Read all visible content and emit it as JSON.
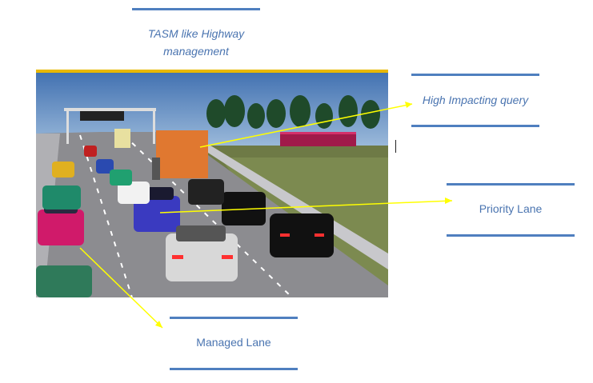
{
  "title": {
    "line1": "TASM like Highway",
    "line2": "management"
  },
  "callouts": {
    "high_impacting": "High Impacting query",
    "priority_lane": "Priority Lane",
    "managed_lane": "Managed Lane"
  },
  "colors": {
    "rule": "#4f7fbf",
    "label": "#4a74b0",
    "arrow": "#ffff00"
  },
  "image": {
    "description_icon": "highway-traffic-photo"
  }
}
